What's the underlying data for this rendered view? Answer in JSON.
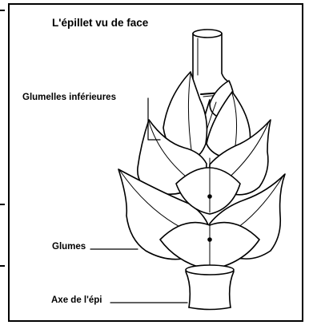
{
  "figure": {
    "title": "L'épillet vu de face",
    "labels": {
      "glumelles": "Glumelles inférieures",
      "glumes": "Glumes",
      "axe": "Axe de l'épi"
    }
  }
}
